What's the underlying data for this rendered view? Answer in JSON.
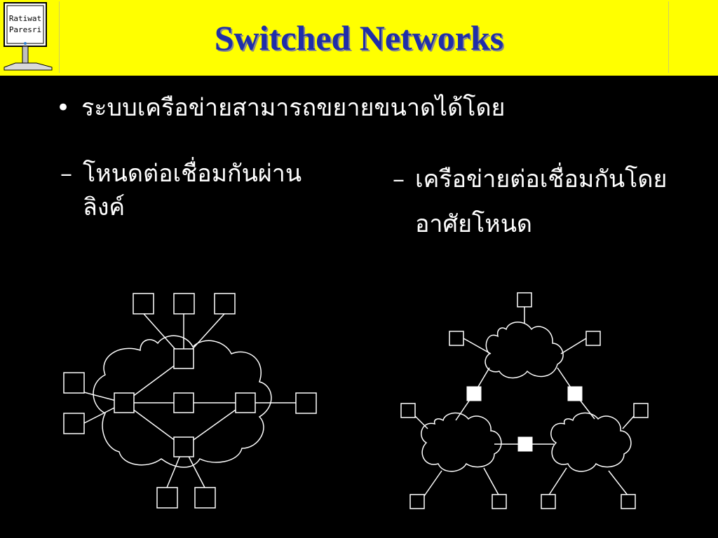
{
  "header": {
    "title": "Switched Networks",
    "logo_lines": [
      "Ratiwat",
      "Paresri"
    ],
    "bg_color": "#ffff00",
    "title_color": "#1f2ea8"
  },
  "bullet": {
    "marker": "•",
    "text": "ระบบเครือข่ายสามารถขยายขนาดได้โดย"
  },
  "sub_left": {
    "marker": "–",
    "line1": "โหนดต่อเชื่อมกันผ่าน",
    "line2": "ลิงค์"
  },
  "sub_right": {
    "marker": "–",
    "line1": "เครือข่ายต่อเชื่อมกันโดย",
    "line2": "อาศัยโหนด"
  }
}
